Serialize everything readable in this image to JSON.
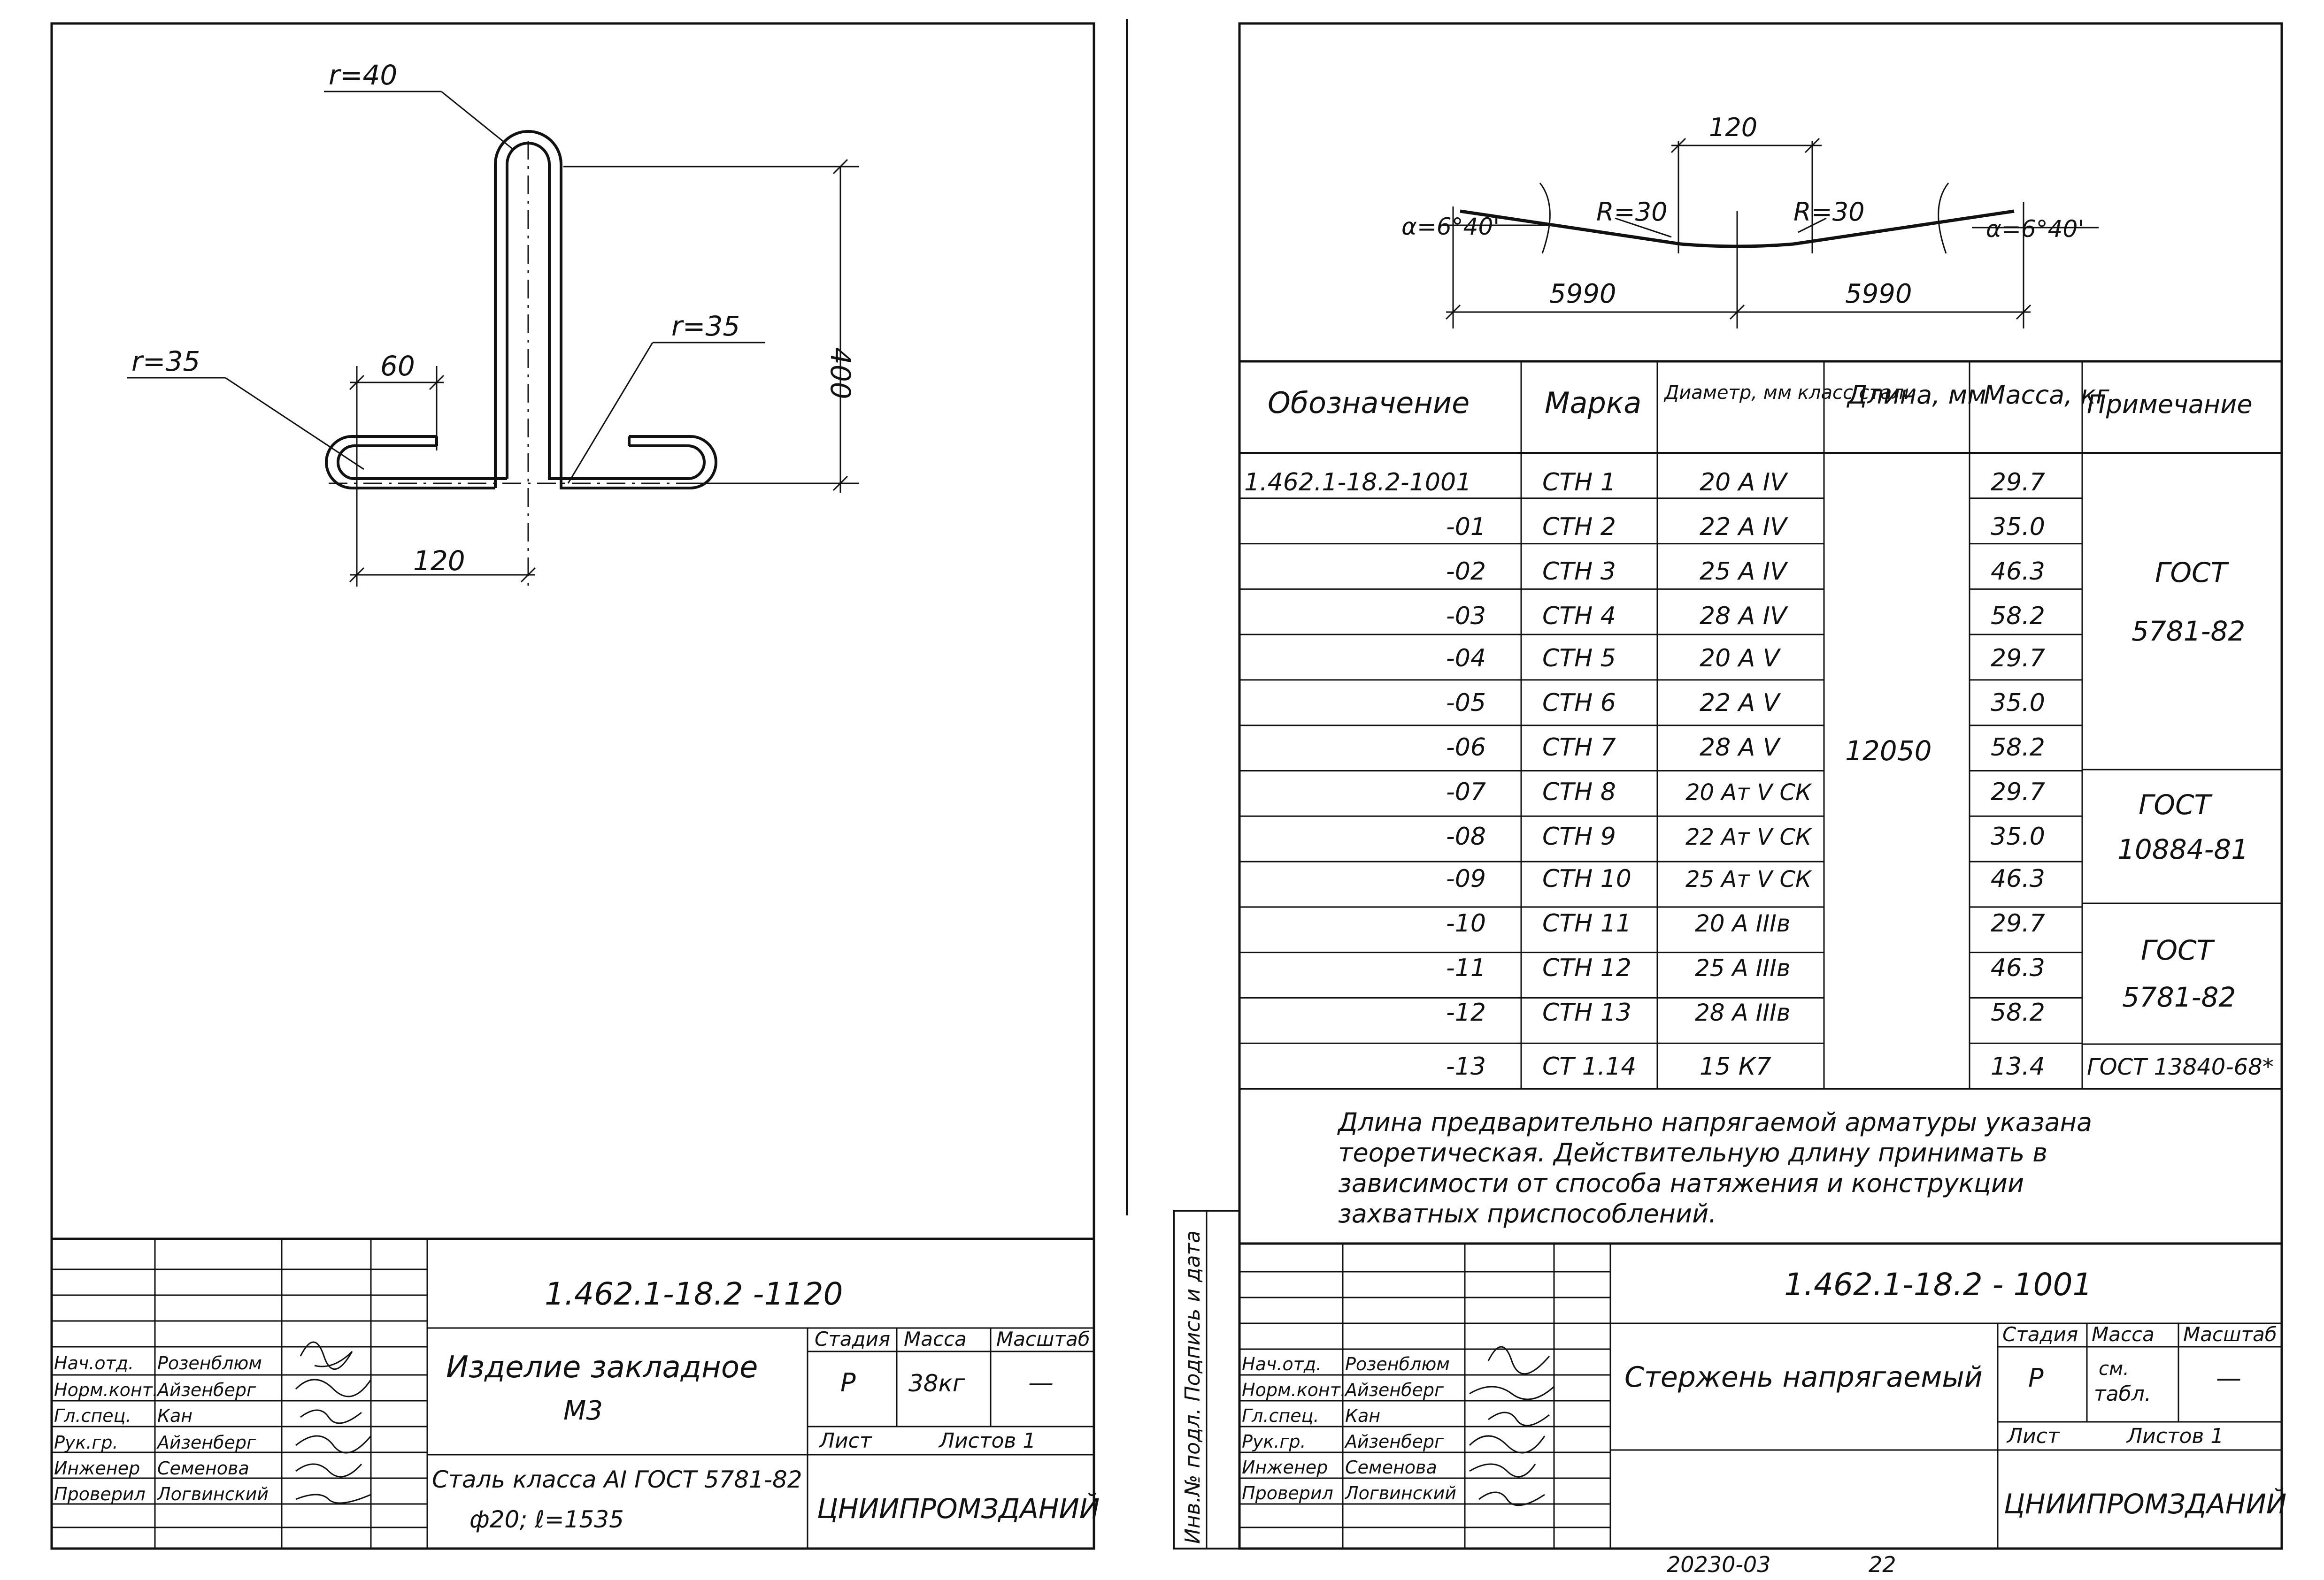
{
  "sheet_left": {
    "drawing": {
      "r_top": "r=40",
      "r_left": "r=35",
      "r_right": "r=35",
      "dim_60": "60",
      "dim_400": "400",
      "dim_120": "120"
    },
    "stamp": {
      "code": "1.462.1-18.2 -1120",
      "title_line1": "Изделие закладное",
      "title_line2": "М3",
      "stage_hdr": "Стадия",
      "mass_hdr": "Масса",
      "scale_hdr": "Масштаб",
      "stage_val": "Р",
      "mass_val": "38кг",
      "scale_val": "—",
      "sheet_lbl": "Лист",
      "sheets_lbl": "Листов 1",
      "material_line1": "Сталь класса АI ГОСТ 5781-82",
      "material_line2": "ф20; ℓ=1535",
      "org": "ЦНИИПРОМЗДАНИЙ",
      "people": [
        {
          "role": "Нач.отд.",
          "name": "Розенблюм"
        },
        {
          "role": "Норм.конт.",
          "name": "Айзенберг"
        },
        {
          "role": "Гл.спец.",
          "name": "Кан"
        },
        {
          "role": "Рук.гр.",
          "name": "Айзенберг"
        },
        {
          "role": "Инженер",
          "name": "Семенова"
        },
        {
          "role": "Проверил",
          "name": "Логвинский"
        }
      ]
    }
  },
  "sheet_right": {
    "drawing": {
      "top_dim": "120",
      "r_left": "R=30",
      "r_right": "R=30",
      "alpha_left": "α=6°40'",
      "alpha_right": "α=6°40'",
      "len_left": "5990",
      "len_right": "5990"
    },
    "table": {
      "headers": [
        "Обозначение",
        "Марка",
        "Диаметр, мм класс стали",
        "Длина, мм",
        "Масса, кг",
        "Примечание"
      ],
      "length_merged": "12050",
      "rows": [
        {
          "code": "1.462.1-18.2-1001",
          "mark": "СТН 1",
          "dia": "20 А IV",
          "mass": "29.7"
        },
        {
          "code": "-01",
          "mark": "СТН 2",
          "dia": "22 А IV",
          "mass": "35.0"
        },
        {
          "code": "-02",
          "mark": "СТН 3",
          "dia": "25 А IV",
          "mass": "46.3"
        },
        {
          "code": "-03",
          "mark": "СТН 4",
          "dia": "28 А IV",
          "mass": "58.2"
        },
        {
          "code": "-04",
          "mark": "СТН 5",
          "dia": "20 А V",
          "mass": "29.7"
        },
        {
          "code": "-05",
          "mark": "СТН 6",
          "dia": "22 А V",
          "mass": "35.0"
        },
        {
          "code": "-06",
          "mark": "СТН 7",
          "dia": "28 А V",
          "mass": "58.2"
        },
        {
          "code": "-07",
          "mark": "СТН 8",
          "dia": "20 Ат V СК",
          "mass": "29.7"
        },
        {
          "code": "-08",
          "mark": "СТН 9",
          "dia": "22 Ат V СК",
          "mass": "35.0"
        },
        {
          "code": "-09",
          "mark": "СТН 10",
          "dia": "25 Ат V СК",
          "mass": "46.3"
        },
        {
          "code": "-10",
          "mark": "СТН 11",
          "dia": "20 А IIIв",
          "mass": "29.7"
        },
        {
          "code": "-11",
          "mark": "СТН 12",
          "dia": "25 А IIIв",
          "mass": "46.3"
        },
        {
          "code": "-12",
          "mark": "СТН 13",
          "dia": "28 А IIIв",
          "mass": "58.2"
        },
        {
          "code": "-13",
          "mark": "СТ 1.14",
          "dia": "15 К7",
          "mass": "13.4"
        }
      ],
      "notes": [
        {
          "line1": "ГОСТ",
          "line2": "5781-82"
        },
        {
          "line1": "ГОСТ",
          "line2": "10884-81"
        },
        {
          "line1": "ГОСТ",
          "line2": "5781-82"
        },
        {
          "line1": "ГОСТ 13840-68*",
          "line2": ""
        }
      ]
    },
    "note_lines": [
      "Длина предварительно напрягаемой арматуры указана",
      "теоретическая. Действительную длину принимать в",
      "зависимости от способа натяжения и конструкции",
      "захватных приспособлений."
    ],
    "side_text": "Инв.№ подл. Подпись и дата",
    "stamp": {
      "code": "1.462.1-18.2 - 1001",
      "title": "Стержень напрягаемый",
      "stage_hdr": "Стадия",
      "mass_hdr": "Масса",
      "scale_hdr": "Масштаб",
      "stage_val": "Р",
      "mass_val_line1": "см.",
      "mass_val_line2": "табл.",
      "scale_val": "—",
      "sheet_lbl": "Лист",
      "sheets_lbl": "Листов 1",
      "org": "ЦНИИПРОМЗДАНИЙ",
      "people": [
        {
          "role": "Нач.отд.",
          "name": "Розенблюм"
        },
        {
          "role": "Норм.конт.",
          "name": "Айзенберг"
        },
        {
          "role": "Гл.спец.",
          "name": "Кан"
        },
        {
          "role": "Рук.гр.",
          "name": "Айзенберг"
        },
        {
          "role": "Инженер",
          "name": "Семенова"
        },
        {
          "role": "Проверил",
          "name": "Логвинский"
        }
      ]
    }
  },
  "footer": {
    "doc_number": "20230-03",
    "page_number": "22"
  }
}
